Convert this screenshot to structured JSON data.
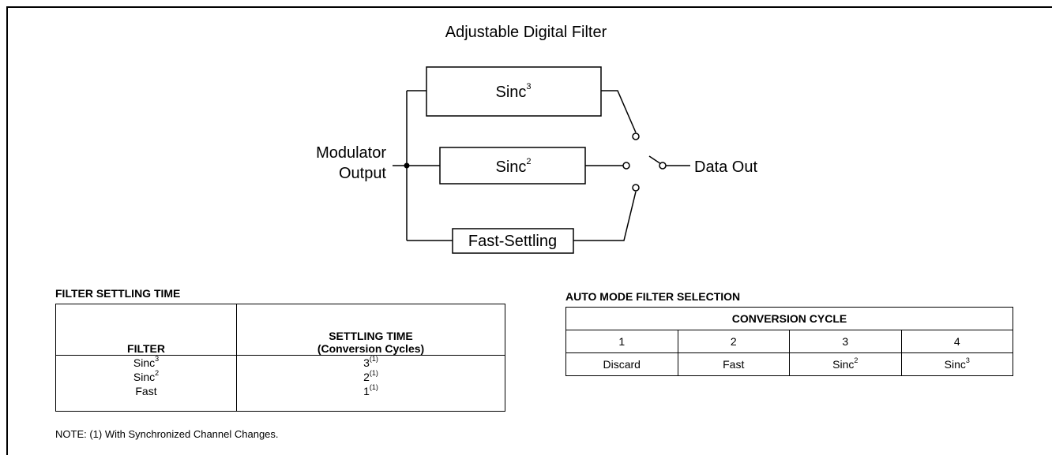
{
  "diagram": {
    "title": "Adjustable Digital Filter",
    "input_label_line1": "Modulator",
    "input_label_line2": "Output",
    "sinc3_label": "Sinc",
    "sinc3_exp": "3",
    "sinc2_label": "Sinc",
    "sinc2_exp": "2",
    "fast_label": "Fast-Settling",
    "output_label": "Data Out"
  },
  "settling_table": {
    "title": "FILTER SETTLING TIME",
    "header_filter": "FILTER",
    "header_time_line1": "SETTLING TIME",
    "header_time_line2": "(Conversion Cycles)",
    "filters": [
      {
        "name": "Sinc",
        "exp": "3"
      },
      {
        "name": "Sinc",
        "exp": "2"
      },
      {
        "name": "Fast",
        "exp": ""
      }
    ],
    "times": [
      {
        "value": "3",
        "note": "(1)"
      },
      {
        "value": "2",
        "note": "(1)"
      },
      {
        "value": "1",
        "note": "(1)"
      }
    ],
    "note": "NOTE: (1) With Synchronized Channel Changes."
  },
  "auto_table": {
    "title": "AUTO MODE FILTER SELECTION",
    "header": "CONVERSION CYCLE",
    "cycles": [
      "1",
      "2",
      "3",
      "4"
    ],
    "selection": [
      {
        "name": "Discard",
        "exp": ""
      },
      {
        "name": "Fast",
        "exp": ""
      },
      {
        "name": "Sinc",
        "exp": "2"
      },
      {
        "name": "Sinc",
        "exp": "3"
      }
    ]
  }
}
